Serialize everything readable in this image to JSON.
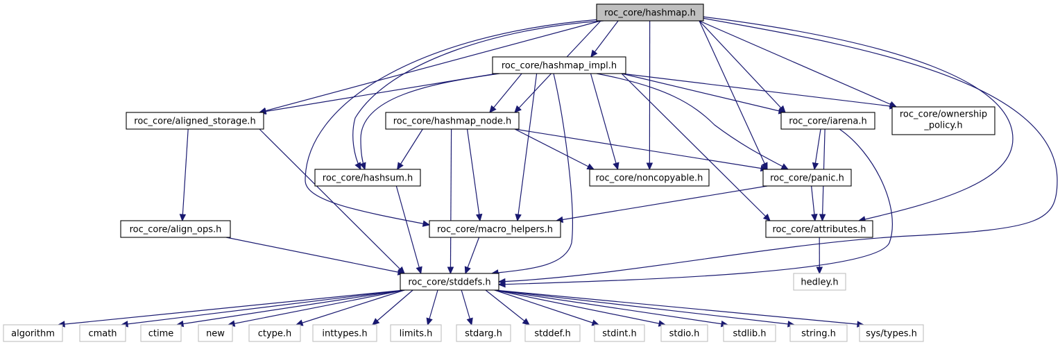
{
  "graph": {
    "root": "roc_core/hashmap.h",
    "nodes": [
      {
        "id": "hashmap",
        "label": "roc_core/hashmap.h",
        "kind": "root"
      },
      {
        "id": "impl",
        "label": "roc_core/hashmap_impl.h",
        "kind": "file"
      },
      {
        "id": "aligned",
        "label": "roc_core/aligned_storage.h",
        "kind": "file"
      },
      {
        "id": "node",
        "label": "roc_core/hashmap_node.h",
        "kind": "file"
      },
      {
        "id": "iarena",
        "label": "roc_core/iarena.h",
        "kind": "file"
      },
      {
        "id": "ownership",
        "label": [
          "roc_core/ownership",
          "_policy.h"
        ],
        "kind": "file"
      },
      {
        "id": "hashsum",
        "label": "roc_core/hashsum.h",
        "kind": "file"
      },
      {
        "id": "noncopyable",
        "label": "roc_core/noncopyable.h",
        "kind": "file"
      },
      {
        "id": "panic",
        "label": "roc_core/panic.h",
        "kind": "file"
      },
      {
        "id": "alignops",
        "label": "roc_core/align_ops.h",
        "kind": "file"
      },
      {
        "id": "macro",
        "label": "roc_core/macro_helpers.h",
        "kind": "file"
      },
      {
        "id": "attributes",
        "label": "roc_core/attributes.h",
        "kind": "file"
      },
      {
        "id": "stddefs",
        "label": "roc_core/stddefs.h",
        "kind": "file"
      },
      {
        "id": "hedley",
        "label": "hedley.h",
        "kind": "external"
      },
      {
        "id": "algorithm",
        "label": "algorithm",
        "kind": "external"
      },
      {
        "id": "cmath",
        "label": "cmath",
        "kind": "external"
      },
      {
        "id": "ctime",
        "label": "ctime",
        "kind": "external"
      },
      {
        "id": "new",
        "label": "new",
        "kind": "external"
      },
      {
        "id": "ctype",
        "label": "ctype.h",
        "kind": "external"
      },
      {
        "id": "inttypes",
        "label": "inttypes.h",
        "kind": "external"
      },
      {
        "id": "limits",
        "label": "limits.h",
        "kind": "external"
      },
      {
        "id": "stdarg",
        "label": "stdarg.h",
        "kind": "external"
      },
      {
        "id": "stddef",
        "label": "stddef.h",
        "kind": "external"
      },
      {
        "id": "stdint",
        "label": "stdint.h",
        "kind": "external"
      },
      {
        "id": "stdio",
        "label": "stdio.h",
        "kind": "external"
      },
      {
        "id": "stdlib",
        "label": "stdlib.h",
        "kind": "external"
      },
      {
        "id": "string",
        "label": "string.h",
        "kind": "external"
      },
      {
        "id": "systypes",
        "label": "sys/types.h",
        "kind": "external"
      }
    ],
    "edges": [
      [
        "hashmap",
        "impl"
      ],
      [
        "hashmap",
        "aligned"
      ],
      [
        "hashmap",
        "node"
      ],
      [
        "hashmap",
        "hashsum"
      ],
      [
        "hashmap",
        "macro"
      ],
      [
        "hashmap",
        "noncopyable"
      ],
      [
        "hashmap",
        "panic"
      ],
      [
        "hashmap",
        "iarena"
      ],
      [
        "hashmap",
        "ownership"
      ],
      [
        "hashmap",
        "attributes"
      ],
      [
        "hashmap",
        "stddefs"
      ],
      [
        "impl",
        "aligned"
      ],
      [
        "impl",
        "hashsum"
      ],
      [
        "impl",
        "node"
      ],
      [
        "impl",
        "macro"
      ],
      [
        "impl",
        "stddefs"
      ],
      [
        "impl",
        "noncopyable"
      ],
      [
        "impl",
        "panic"
      ],
      [
        "impl",
        "iarena"
      ],
      [
        "impl",
        "ownership"
      ],
      [
        "impl",
        "attributes"
      ],
      [
        "aligned",
        "alignops"
      ],
      [
        "aligned",
        "stddefs"
      ],
      [
        "node",
        "hashsum"
      ],
      [
        "node",
        "noncopyable"
      ],
      [
        "node",
        "panic"
      ],
      [
        "node",
        "macro"
      ],
      [
        "node",
        "stddefs"
      ],
      [
        "iarena",
        "panic"
      ],
      [
        "iarena",
        "attributes"
      ],
      [
        "iarena",
        "stddefs"
      ],
      [
        "hashsum",
        "stddefs"
      ],
      [
        "panic",
        "macro"
      ],
      [
        "panic",
        "attributes"
      ],
      [
        "alignops",
        "stddefs"
      ],
      [
        "macro",
        "stddefs"
      ],
      [
        "attributes",
        "hedley"
      ],
      [
        "stddefs",
        "algorithm"
      ],
      [
        "stddefs",
        "cmath"
      ],
      [
        "stddefs",
        "ctime"
      ],
      [
        "stddefs",
        "new"
      ],
      [
        "stddefs",
        "ctype"
      ],
      [
        "stddefs",
        "inttypes"
      ],
      [
        "stddefs",
        "limits"
      ],
      [
        "stddefs",
        "stdarg"
      ],
      [
        "stddefs",
        "stddef"
      ],
      [
        "stddefs",
        "stdint"
      ],
      [
        "stddefs",
        "stdio"
      ],
      [
        "stddefs",
        "stdlib"
      ],
      [
        "stddefs",
        "string"
      ],
      [
        "stddefs",
        "systypes"
      ]
    ]
  },
  "colors": {
    "edge": "#191970",
    "root_fill": "#bfbfbf",
    "node_border": "#000000",
    "external_border": "#bfbfbf"
  }
}
